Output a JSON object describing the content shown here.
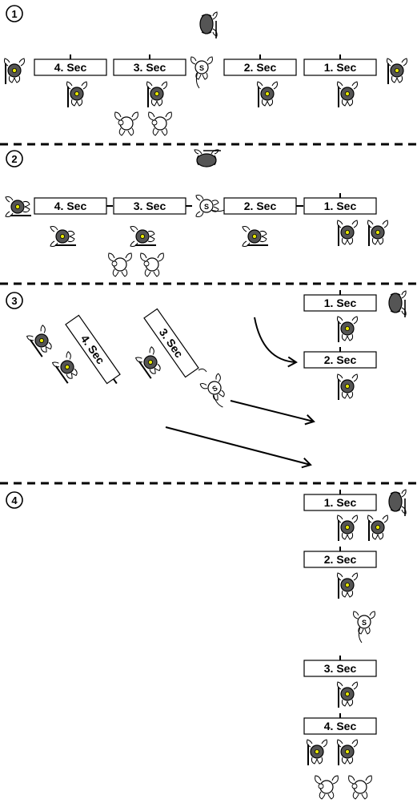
{
  "steps": [
    {
      "number": "1"
    },
    {
      "number": "2"
    },
    {
      "number": "3"
    },
    {
      "number": "4"
    }
  ],
  "sections": {
    "s1": "1. Sec",
    "s2": "2. Sec",
    "s3": "3. Sec",
    "s4": "4. Sec"
  },
  "symbols": {
    "leader_mark": "S",
    "soldier_icon": "soldier-icon",
    "medic_icon": "medic-icon",
    "commander_icon": "commander-icon",
    "leader_icon": "leader-icon"
  },
  "colors": {
    "ink": "#000000",
    "helmet_fill": "#555555",
    "badge": "#e6e600",
    "paper": "#ffffff"
  }
}
